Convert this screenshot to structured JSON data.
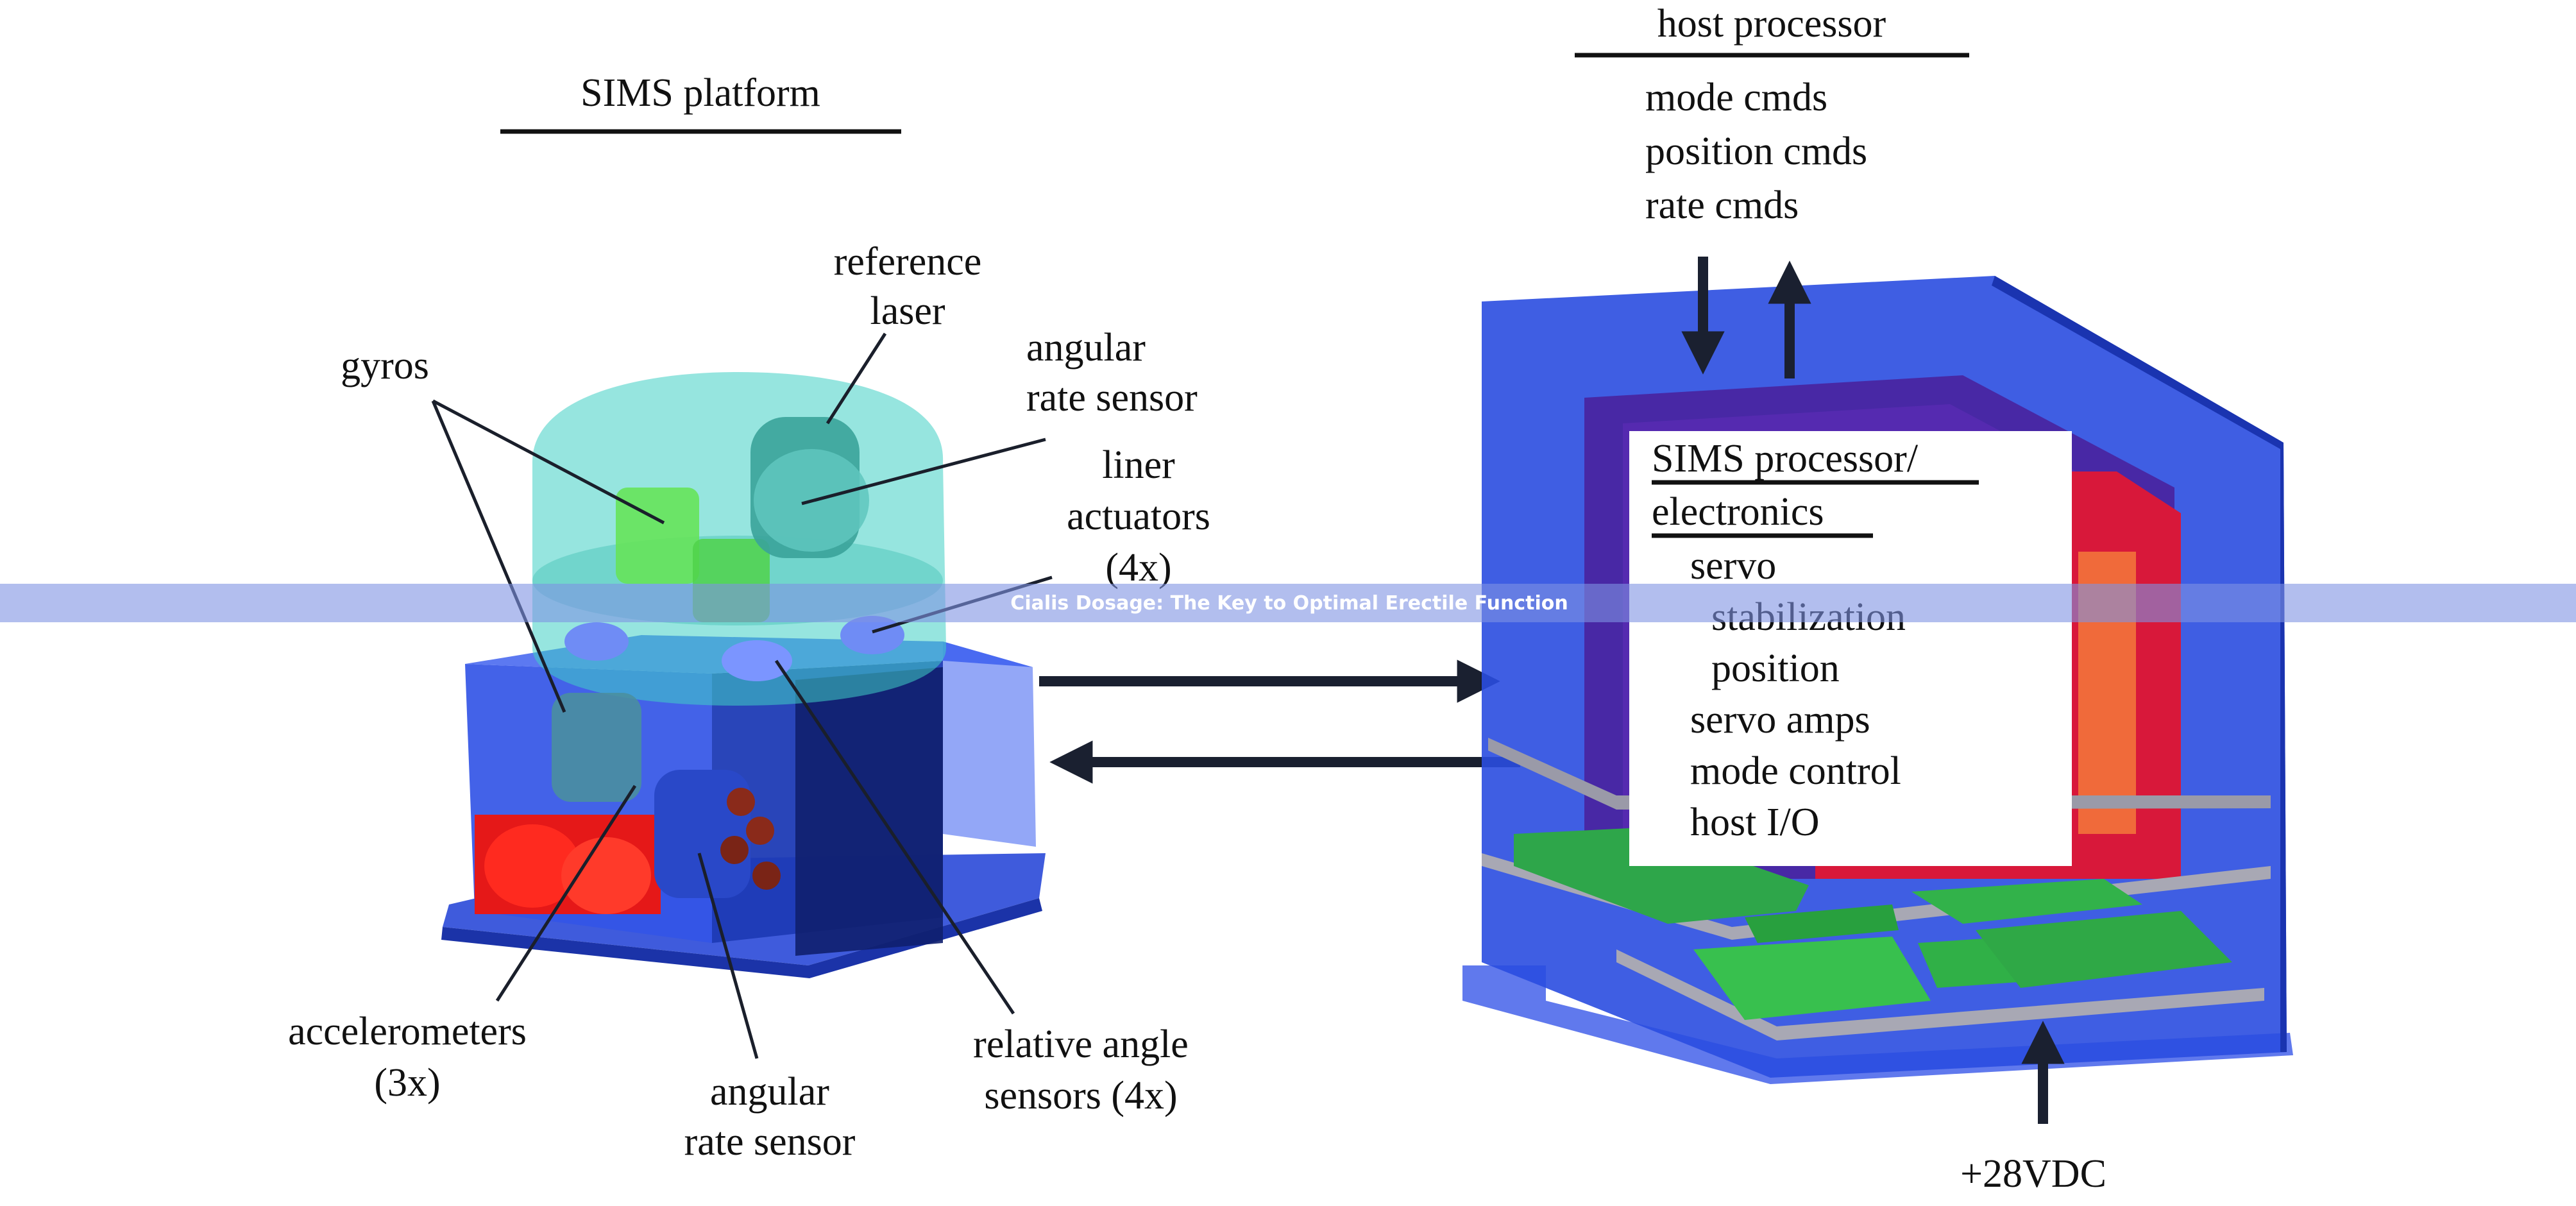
{
  "left": {
    "heading": "SIMS platform",
    "callouts": {
      "reference_laser": [
        "reference",
        "laser"
      ],
      "gyros": "gyros",
      "angular_rate_sensor_top": [
        "angular",
        "rate sensor"
      ],
      "liner_actuators": [
        "liner",
        "actuators",
        "(4x)"
      ],
      "accelerometers": [
        "accelerometers",
        "(3x)"
      ],
      "angular_rate_sensor_bottom": [
        "angular",
        "rate sensor"
      ],
      "relative_angle_sensors": [
        "relative angle",
        "sensors (4x)"
      ]
    }
  },
  "right": {
    "heading": "host processor",
    "commands": [
      "mode cmds",
      "position cmds",
      "rate cmds"
    ],
    "box": {
      "title_line1": "SIMS processor/",
      "title_line2": "electronics",
      "items": [
        "servo",
        "stabilization",
        "position",
        "servo amps",
        "mode control",
        "host I/O"
      ]
    },
    "power": "+28VDC"
  },
  "banner": {
    "text": "Cialis Dosage: The Key to Optimal Erectile Function"
  }
}
